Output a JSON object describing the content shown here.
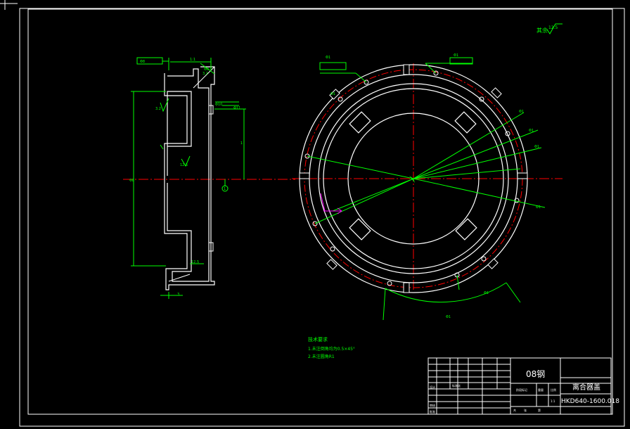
{
  "drawing": {
    "background": "#000000",
    "line_color": "#ffffff",
    "dimension_color": "#00ff00",
    "centerline_color": "#ff0000",
    "accent_color": "#ff00ff"
  },
  "roughness_note": "其余 ",
  "roughness_value": "12.5",
  "section_view": {
    "dims": [
      "Φ8",
      "1:1",
      "3.2",
      "3.2",
      "12.5",
      "Φ8",
      "12.5",
      "3",
      "1",
      "1",
      "Φ10",
      "Φ11",
      "Φ8"
    ]
  },
  "plan_view": {
    "leader_labels": [
      "Φ1",
      "Φ1",
      "Φ1",
      "Φ1",
      "Φ1",
      "Φ1",
      "Φ1",
      "Φ1",
      "Φ1"
    ]
  },
  "tech_requirements": {
    "title": "技术要求",
    "lines": [
      "1.未注倒角均为0.5×45°",
      "2.未注圆角R1"
    ]
  },
  "title_block": {
    "material": "08钢",
    "part_name": "离合器盖",
    "drawing_number": "HKD640-1600.018",
    "scale_label": "比例",
    "scale": "1:1",
    "designer_label": "设计",
    "checker_label": "审核",
    "standard_label": "标准化",
    "approver_label": "批准",
    "stage_label": "阶段标记",
    "weight_label": "重量",
    "sheet_label": "共",
    "sheet_of_label": "第",
    "sheet_unit": "张"
  }
}
